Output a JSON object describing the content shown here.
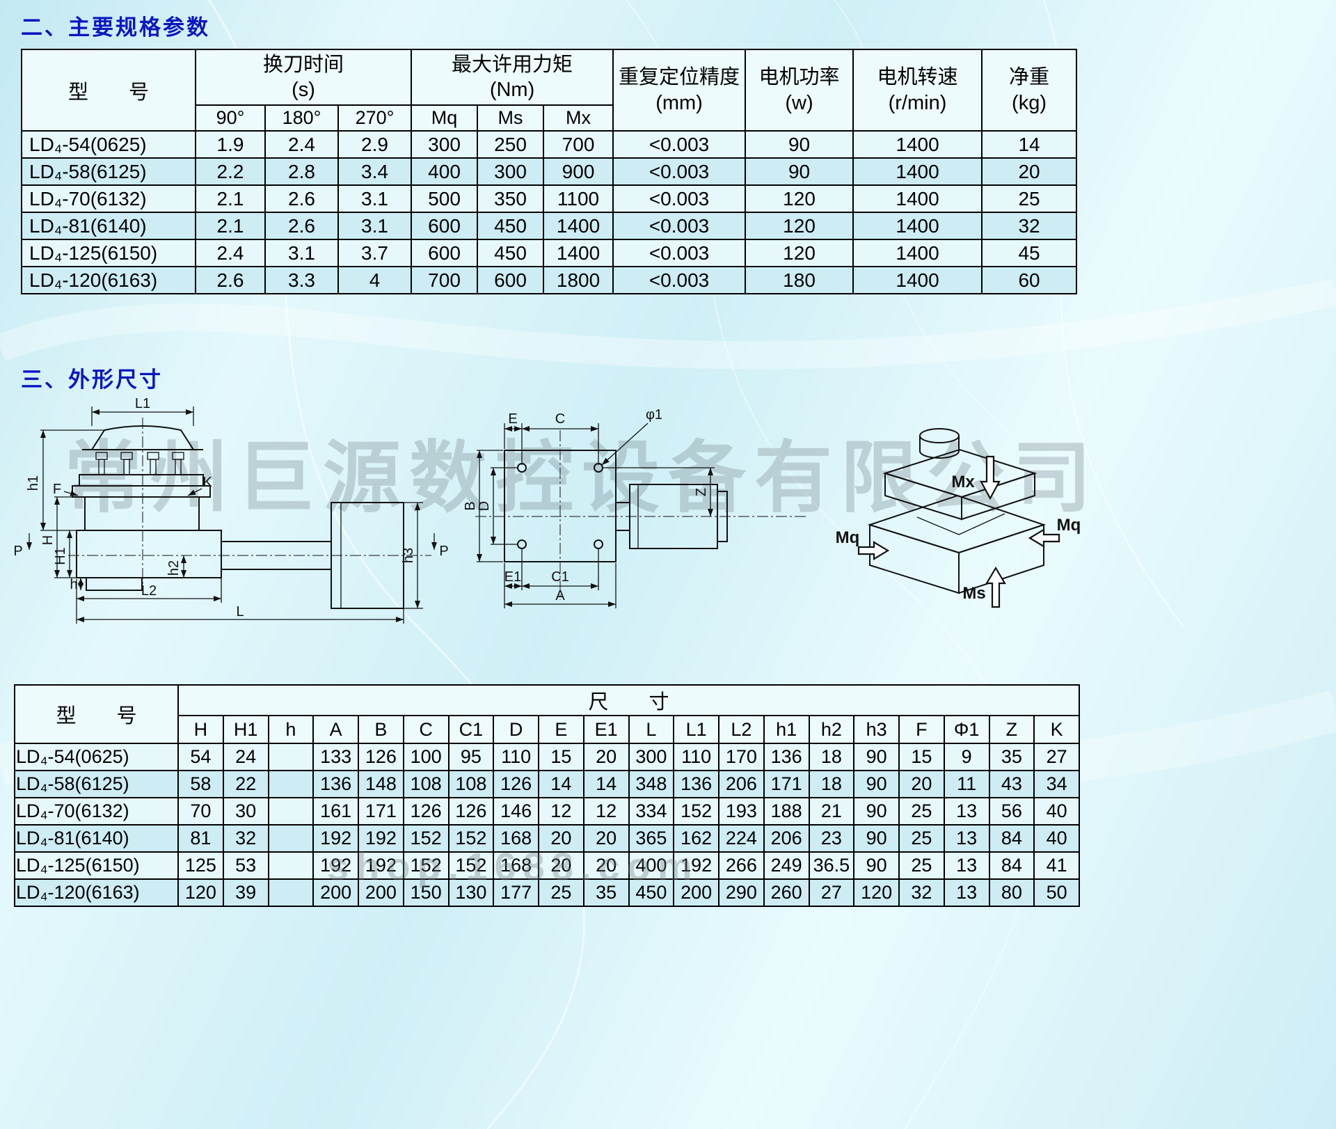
{
  "page": {
    "background_color": "#cdeef5",
    "title_color": "#0a16c2",
    "watermark_center": "常州巨源数控设备有限公司",
    "watermark_bottom": "shop.1688.com"
  },
  "sections": {
    "specs_title": "二、主要规格参数",
    "dimensions_title": "三、外形尺寸"
  },
  "spec_table": {
    "header": {
      "model": "型　　号",
      "time_group": {
        "line1": "换刀时间",
        "line2": "(s)"
      },
      "torque_group": {
        "line1": "最大许用力矩",
        "line2": "(Nm)"
      },
      "accuracy": {
        "line1": "重复定位精度",
        "line2": "(mm)"
      },
      "power": {
        "line1": "电机功率",
        "line2": "(w)"
      },
      "speed": {
        "line1": "电机转速",
        "line2": "(r/min)"
      },
      "weight": {
        "line1": "净重",
        "line2": "(kg)"
      },
      "sub_headers": [
        "90°",
        "180°",
        "270°",
        "Mq",
        "Ms",
        "Mx"
      ]
    },
    "rows": [
      {
        "model": "LD₄-54(0625)",
        "values": [
          "1.9",
          "2.4",
          "2.9",
          "300",
          "250",
          "700",
          "<0.003",
          "90",
          "1400",
          "14"
        ]
      },
      {
        "model": "LD₄-58(6125)",
        "values": [
          "2.2",
          "2.8",
          "3.4",
          "400",
          "300",
          "900",
          "<0.003",
          "90",
          "1400",
          "20"
        ]
      },
      {
        "model": "LD₄-70(6132)",
        "values": [
          "2.1",
          "2.6",
          "3.1",
          "500",
          "350",
          "1100",
          "<0.003",
          "120",
          "1400",
          "25"
        ]
      },
      {
        "model": "LD₄-81(6140)",
        "values": [
          "2.1",
          "2.6",
          "3.1",
          "600",
          "450",
          "1400",
          "<0.003",
          "120",
          "1400",
          "32"
        ]
      },
      {
        "model": "LD₄-125(6150)",
        "values": [
          "2.4",
          "3.1",
          "3.7",
          "600",
          "450",
          "1400",
          "<0.003",
          "120",
          "1400",
          "45"
        ]
      },
      {
        "model": "LD₄-120(6163)",
        "values": [
          "2.6",
          "3.3",
          "4",
          "700",
          "600",
          "1800",
          "<0.003",
          "180",
          "1400",
          "60"
        ]
      }
    ]
  },
  "dim_table": {
    "header": {
      "model": "型　　号",
      "size": "尺　　寸",
      "cols": [
        "H",
        "H1",
        "h",
        "A",
        "B",
        "C",
        "C1",
        "D",
        "E",
        "E1",
        "L",
        "L1",
        "L2",
        "h1",
        "h2",
        "h3",
        "F",
        "Φ1",
        "Z",
        "K"
      ]
    },
    "rows": [
      {
        "model": "LD₄-54(0625)",
        "values": [
          "54",
          "24",
          "",
          "133",
          "126",
          "100",
          "95",
          "110",
          "15",
          "20",
          "300",
          "110",
          "170",
          "136",
          "18",
          "90",
          "15",
          "9",
          "35",
          "27"
        ]
      },
      {
        "model": "LD₄-58(6125)",
        "values": [
          "58",
          "22",
          "",
          "136",
          "148",
          "108",
          "108",
          "126",
          "14",
          "14",
          "348",
          "136",
          "206",
          "171",
          "18",
          "90",
          "20",
          "11",
          "43",
          "34"
        ]
      },
      {
        "model": "LD₄-70(6132)",
        "values": [
          "70",
          "30",
          "",
          "161",
          "171",
          "126",
          "126",
          "146",
          "12",
          "12",
          "334",
          "152",
          "193",
          "188",
          "21",
          "90",
          "25",
          "13",
          "56",
          "40"
        ]
      },
      {
        "model": "LD₄-81(6140)",
        "values": [
          "81",
          "32",
          "",
          "192",
          "192",
          "152",
          "152",
          "168",
          "20",
          "20",
          "365",
          "162",
          "224",
          "206",
          "23",
          "90",
          "25",
          "13",
          "84",
          "40"
        ]
      },
      {
        "model": "LD₄-125(6150)",
        "values": [
          "125",
          "53",
          "",
          "192",
          "192",
          "152",
          "152",
          "168",
          "20",
          "20",
          "400",
          "192",
          "266",
          "249",
          "36.5",
          "90",
          "25",
          "13",
          "84",
          "41"
        ]
      },
      {
        "model": "LD₄-120(6163)",
        "values": [
          "120",
          "39",
          "",
          "200",
          "200",
          "150",
          "130",
          "177",
          "25",
          "35",
          "450",
          "200",
          "290",
          "260",
          "27",
          "120",
          "32",
          "13",
          "80",
          "50"
        ]
      }
    ]
  },
  "drawings": {
    "side_view": {
      "L1": "L1",
      "F": "F",
      "K": "K",
      "h1": "h1",
      "H": "H",
      "H1": "H1",
      "h2": "h2",
      "h3": "h3",
      "L2": "L2",
      "L": "L",
      "h": "h",
      "P_left": "P",
      "P_right": "P"
    },
    "front_view": {
      "E": "E",
      "C": "C",
      "phi1": "φ1",
      "B": "B",
      "D": "D",
      "Z": "Z",
      "E1": "E1",
      "C1": "C1",
      "A": "A"
    },
    "iso_view": {
      "Mx": "Mx",
      "Mq_left": "Mq",
      "Mq_right": "Mq",
      "Ms": "Ms"
    }
  }
}
